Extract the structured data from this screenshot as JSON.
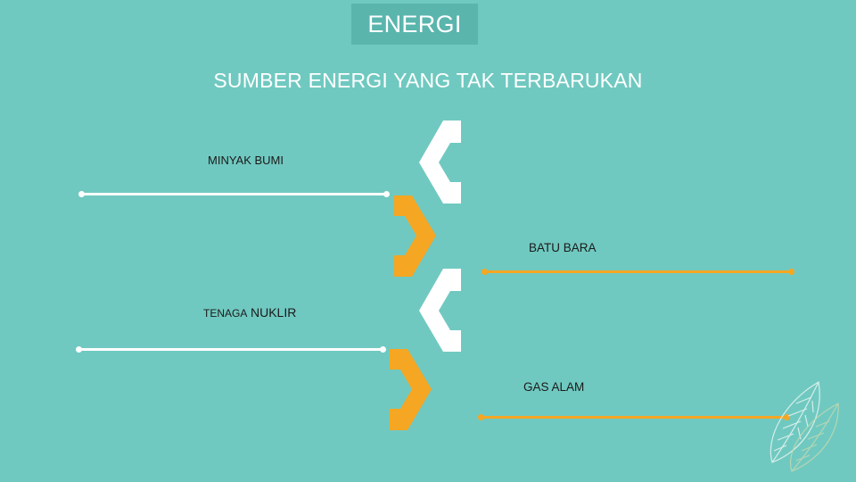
{
  "slide": {
    "title": "ENERGI",
    "subtitle": "SUMBER ENERGI YANG TAK TERBARUKAN",
    "items": [
      {
        "label": "MINYAK BUMI"
      },
      {
        "label": "BATU BARA"
      },
      {
        "label_prefix": "TENAGA",
        "label_main": "NUKLIR"
      },
      {
        "label": "GAS ALAM"
      }
    ]
  },
  "colors": {
    "background": "#70c9c0",
    "title_box": "#5ab5ad",
    "accent": "#f5a623",
    "line_white": "#ffffff"
  },
  "icons": {
    "decoration": "leaf-outline-icon"
  }
}
